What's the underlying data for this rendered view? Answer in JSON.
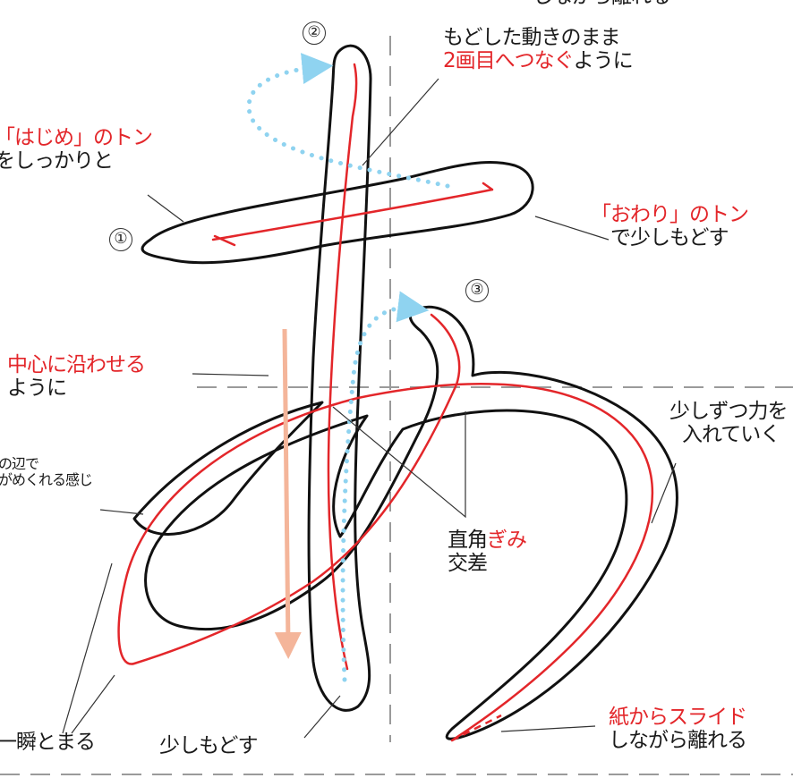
{
  "colors": {
    "guide_line": "#9a9a9a",
    "outline": "#111111",
    "stroke_path": "#e3262a",
    "air_path": "#8fd3f0",
    "center_arrow": "#f4b59a"
  },
  "stroke_numbers": [
    "①",
    "②",
    "③"
  ],
  "labels": {
    "top_cut": "しながら離れる",
    "start_tap_1": "「はじめ」のトン",
    "start_tap_2": "をしっかりと",
    "keep_motion_1": "もどした動きのまま",
    "keep_motion_2a": "2画目へつなぐ",
    "keep_motion_2b": "ように",
    "end_tap_1": "「おわり」のトン",
    "end_tap_2": "で少しもどす",
    "center_1": "中心に沿わせる",
    "center_2": "ように",
    "curl_1": "の辺で",
    "curl_2": "がめくれる感じ",
    "force_1": "少しずつ力を",
    "force_2": "入れていく",
    "angle_1a": "直角",
    "angle_1b": "ぎみ",
    "angle_2": "交差",
    "pause": "一瞬とまる",
    "return": "少しもどす",
    "slide_1": "紙からスライド",
    "slide_2": "しながら離れる"
  }
}
